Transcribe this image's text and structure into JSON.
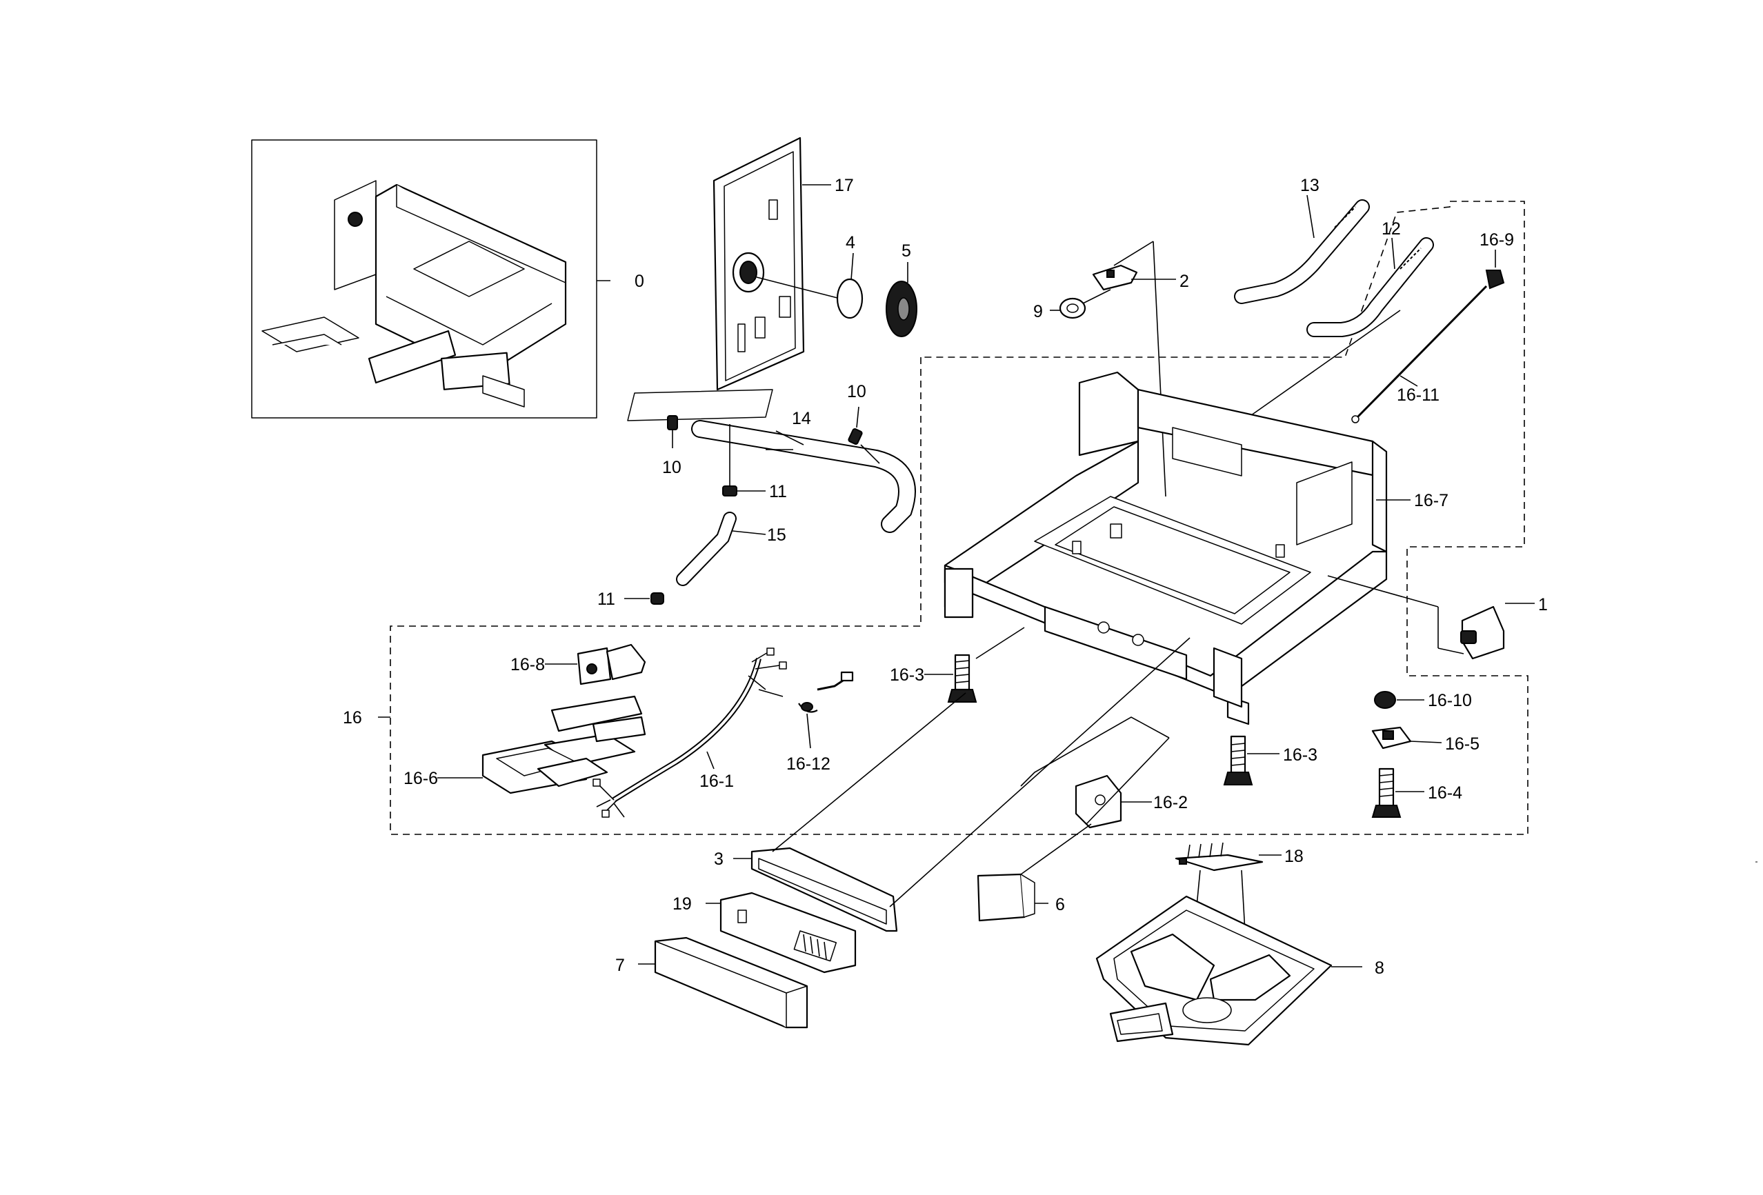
{
  "labels": {
    "p0": "0",
    "p1": "1",
    "p2": "2",
    "p3": "3",
    "p4": "4",
    "p5": "5",
    "p6": "6",
    "p7": "7",
    "p8": "8",
    "p9": "9",
    "p10a": "10",
    "p10b": "10",
    "p11a": "11",
    "p11b": "11",
    "p12": "12",
    "p13": "13",
    "p14": "14",
    "p15": "15",
    "p16": "16",
    "p16_1": "16-1",
    "p16_2": "16-2",
    "p16_3a": "16-3",
    "p16_3b": "16-3",
    "p16_4": "16-4",
    "p16_5": "16-5",
    "p16_6": "16-6",
    "p16_7": "16-7",
    "p16_8": "16-8",
    "p16_9": "16-9",
    "p16_10": "16-10",
    "p16_11": "16-11",
    "p16_12": "16-12",
    "p17": "17",
    "p18": "18",
    "p19": "19"
  }
}
